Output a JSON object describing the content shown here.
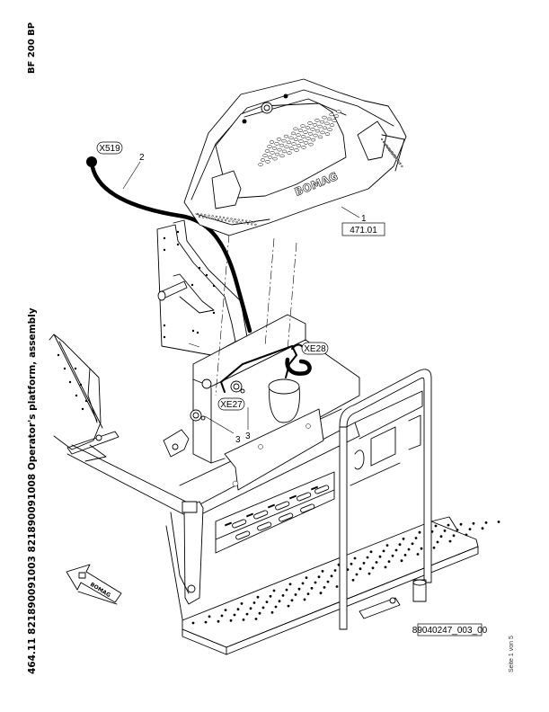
{
  "header": {
    "model": "BF 200 BP",
    "title": "464.11 821890091003 821890091008 Operator's platform, assembly"
  },
  "drawing": {
    "brand_logo": "BOMAG",
    "direction_arrow": {
      "icon": "direction-arrow-icon",
      "brand": "BOMAG"
    },
    "callouts": [
      {
        "id": "pos-1",
        "label": "1"
      },
      {
        "id": "pos-2",
        "label": "2"
      },
      {
        "id": "pos-3a",
        "label": "3"
      },
      {
        "id": "pos-3b",
        "label": "3"
      }
    ],
    "connectors": [
      {
        "id": "x519",
        "label": "X519"
      },
      {
        "id": "xe28",
        "label": "XE28"
      },
      {
        "id": "xe27",
        "label": "XE27"
      }
    ],
    "reference_boxes": [
      {
        "id": "ref-471",
        "label": "471.01"
      }
    ],
    "drawing_number": "89040247_003_00"
  },
  "footer": {
    "page": "Seite 1 von 5"
  }
}
